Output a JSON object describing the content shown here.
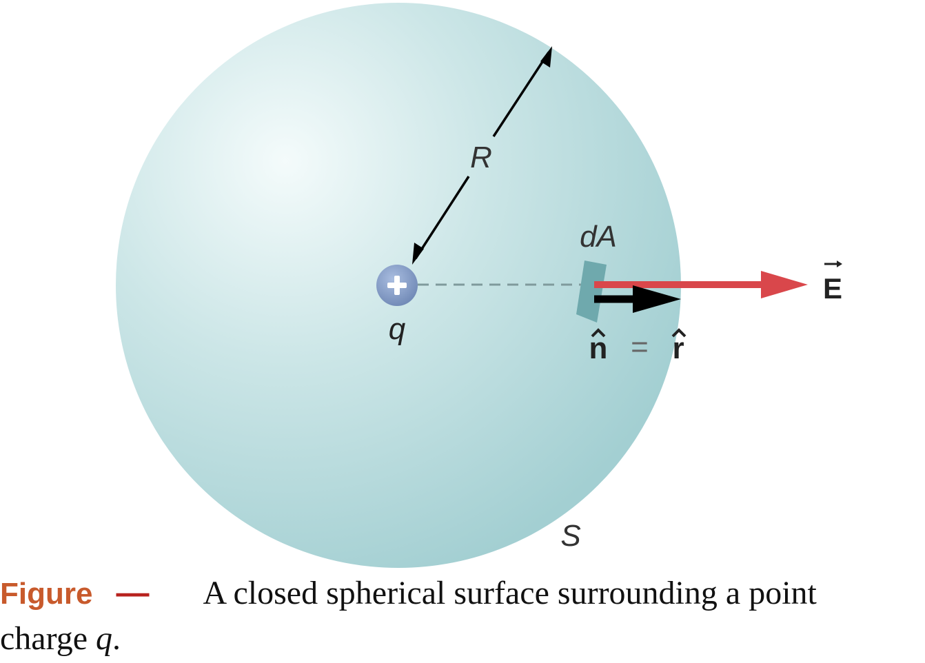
{
  "diagram": {
    "surface_label": "S",
    "radius_label": "R",
    "charge_symbol": "+",
    "charge_label": "q",
    "area_element_label": "dA",
    "field_vector_label": "E",
    "normal_label_n": "n",
    "normal_label_equals": "=",
    "normal_label_r": "r"
  },
  "colors": {
    "sphere_fill": "#a9d3d6",
    "sphere_highlight": "#f4fbfb",
    "area_patch": "#6fa9ad",
    "charge": "#7f98c2",
    "field_arrow": "#d9474b",
    "normal_arrow": "#000000",
    "caption_label": "#c85a2c"
  },
  "caption": {
    "label": "Figure",
    "dash": "—",
    "text_line1": "A closed spherical surface surrounding a point",
    "text_line2_prefix": "charge ",
    "text_line2_var": "q",
    "text_line2_suffix": "."
  }
}
